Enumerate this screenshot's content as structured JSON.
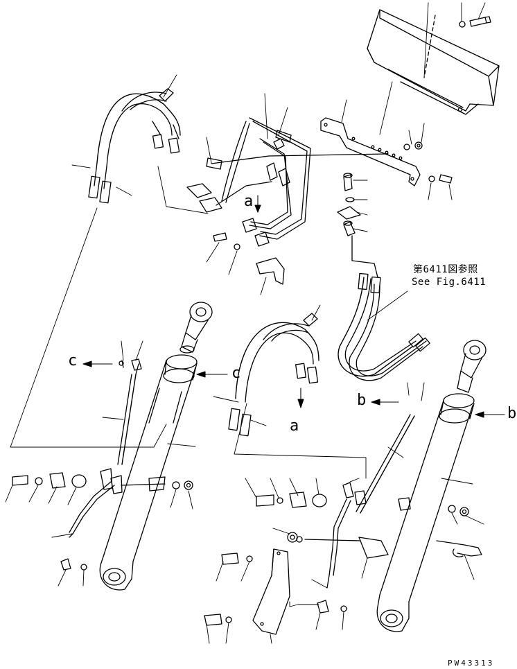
{
  "diagram": {
    "drawing_code": "PW43313",
    "reference_note": {
      "japanese": "第6411図参照",
      "english": "See Fig.6411"
    },
    "callouts": {
      "a_upper": "a",
      "a_lower": "a",
      "b_left": "b",
      "b_right": "b",
      "c_left": "c",
      "c_right": "c"
    }
  }
}
